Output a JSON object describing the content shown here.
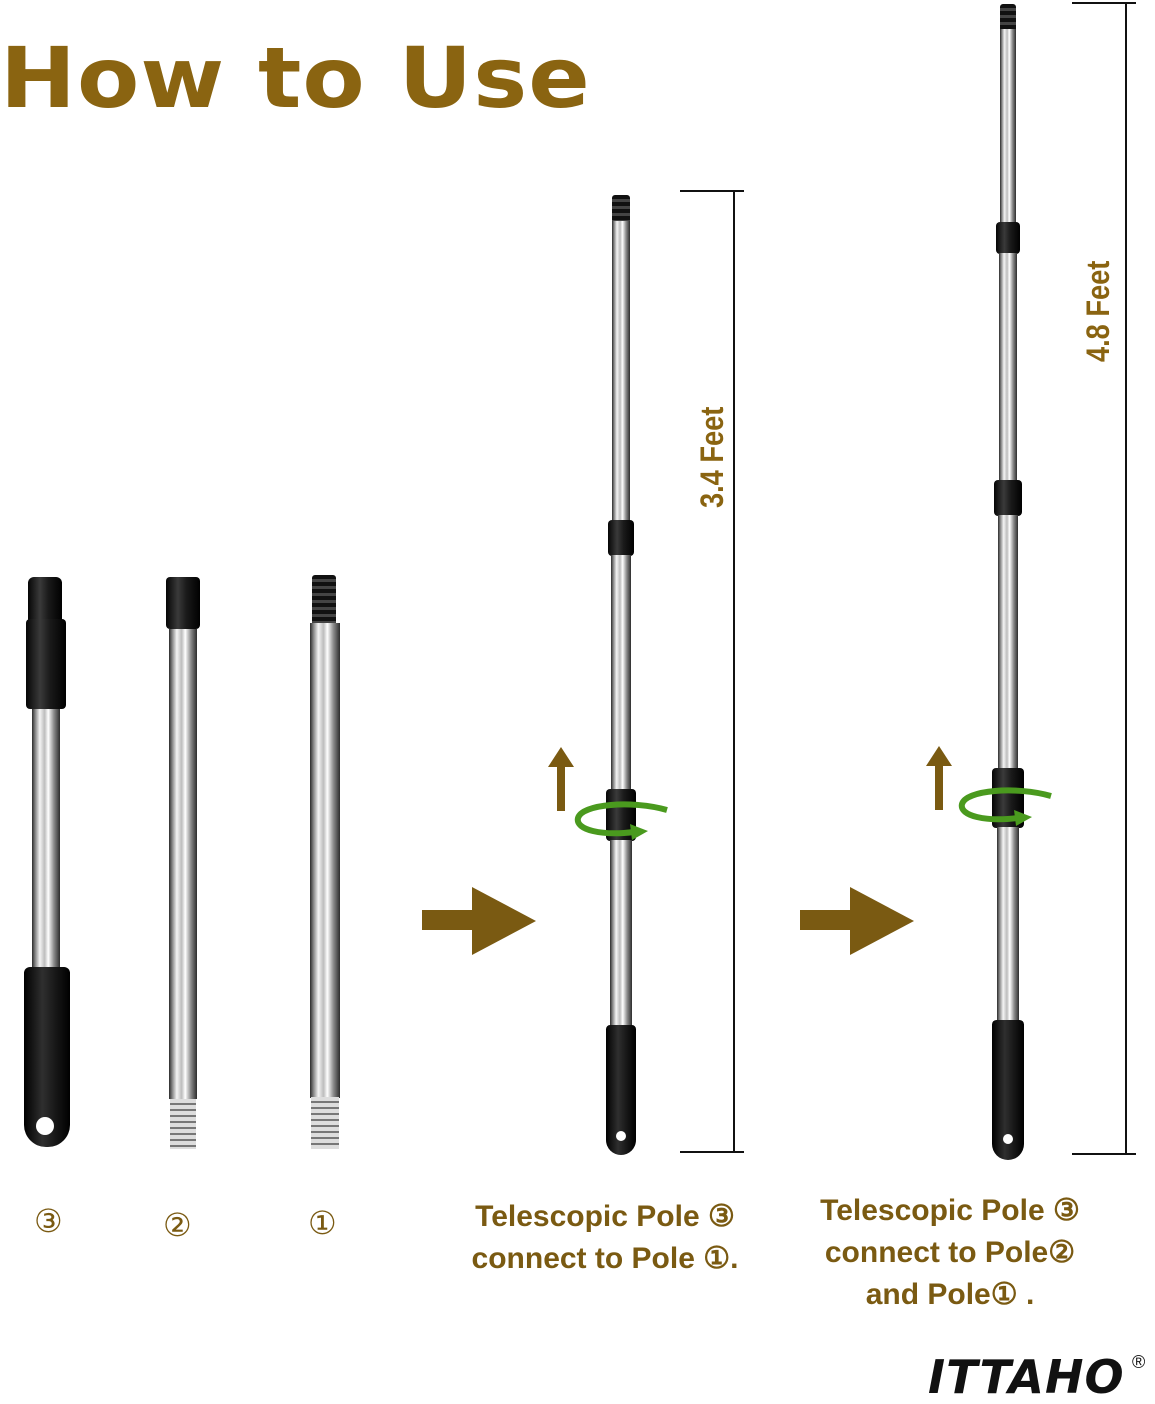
{
  "title": "How to Use",
  "colors": {
    "accent": "#8a6411",
    "caption": "#7a5a12",
    "rotate_arrow": "#4a9a1e",
    "text_dark": "#111111"
  },
  "poles": [
    {
      "label": "③",
      "name": "telescopic-pole-3"
    },
    {
      "label": "②",
      "name": "pole-2"
    },
    {
      "label": "①",
      "name": "pole-1"
    }
  ],
  "steps": [
    {
      "caption_line1": "Telescopic Pole ③",
      "caption_line2": "connect to Pole ①.",
      "length": "3.4 Feet"
    },
    {
      "caption_line1": "Telescopic Pole ③",
      "caption_line2": "connect to Pole②",
      "caption_line3": "and  Pole① .",
      "length": "4.8 Feet"
    }
  ],
  "icons": {
    "next": "arrow-right-icon",
    "up": "arrow-up-icon",
    "twist": "rotate-icon"
  },
  "brand": {
    "name": "ITTAHO",
    "mark": "®"
  }
}
